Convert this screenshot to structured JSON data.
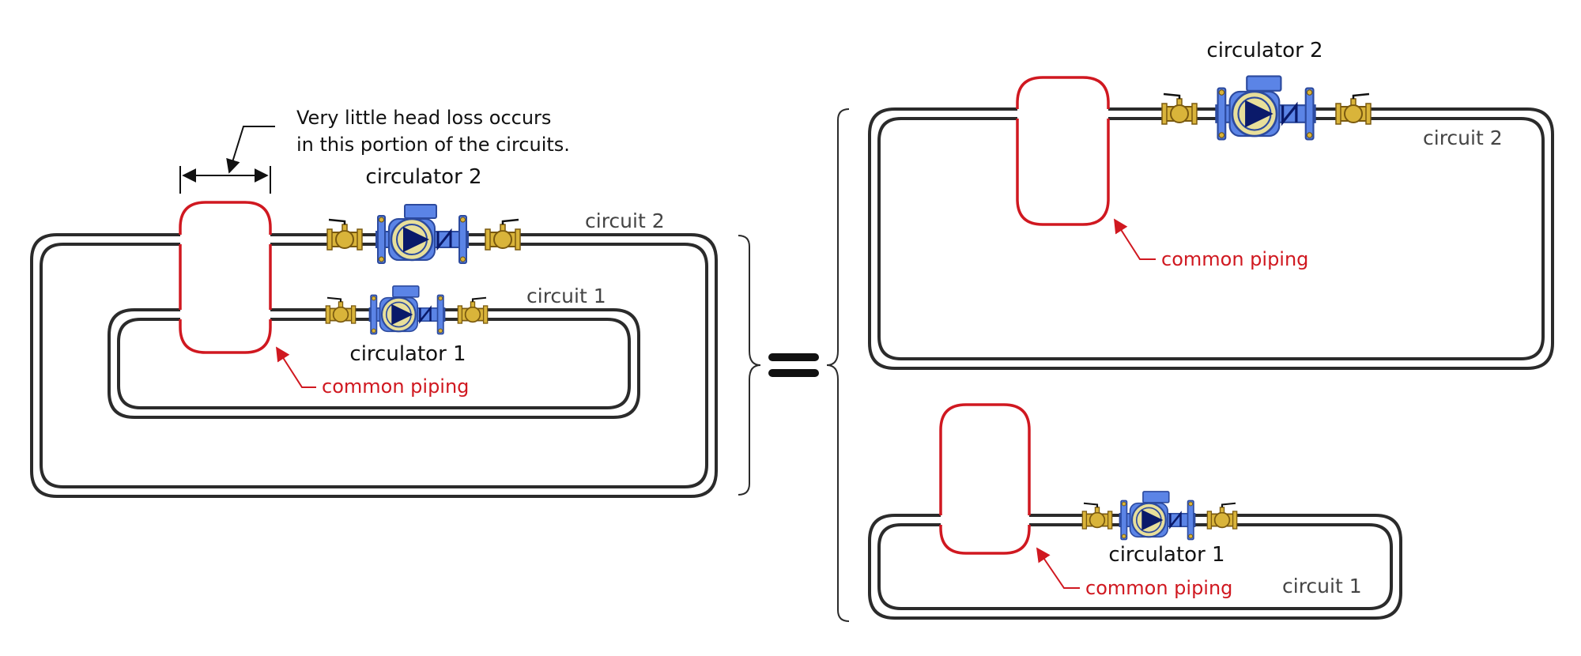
{
  "annotation": {
    "line1": "Very little head loss occurs",
    "line2": "in this portion of the circuits."
  },
  "left": {
    "circulator2": "circulator 2",
    "circulator1": "circulator 1",
    "circuit2": "circuit 2",
    "circuit1": "circuit 1",
    "common": "common piping"
  },
  "right_top": {
    "circulator": "circulator 2",
    "circuit": "circuit 2",
    "common": "common piping"
  },
  "right_bottom": {
    "circulator": "circulator 1",
    "circuit": "circuit 1",
    "common": "common piping"
  },
  "colors": {
    "pipe": "#2b2b2b",
    "common_piping": "#d01820",
    "pump_body": "#5b84e6",
    "pump_body_dark": "#2c4a9e",
    "impeller_ring": "#e8df9a",
    "impeller_arrow": "#0a1a6a",
    "valve_brass": "#d9b43a",
    "valve_brass_dark": "#7a5a10"
  }
}
